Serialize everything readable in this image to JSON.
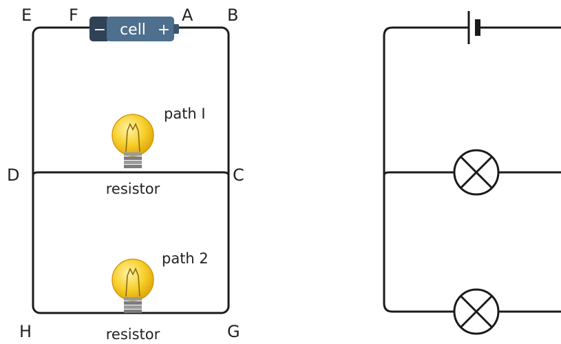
{
  "left_diagram": {
    "node_labels": {
      "A": "A",
      "B": "B",
      "C": "C",
      "D": "D",
      "E": "E",
      "F": "F",
      "G": "G",
      "H": "H"
    },
    "cell": {
      "label": "cell",
      "negative": "−",
      "positive": "+"
    },
    "path_labels": [
      "path I",
      "path 2"
    ],
    "resistor_labels": [
      "resistor",
      "resistor"
    ]
  },
  "right_diagram": {
    "symbols": [
      "battery-symbol",
      "lamp-symbol",
      "lamp-symbol"
    ]
  },
  "colors": {
    "wire": "#1a1a1a",
    "cell_dark": "#2f4256",
    "cell_light": "#4e6f8d",
    "bulb_glass": "#f5c518",
    "bulb_glow": "#fde98a",
    "bulb_base": "#8a8a8a"
  }
}
